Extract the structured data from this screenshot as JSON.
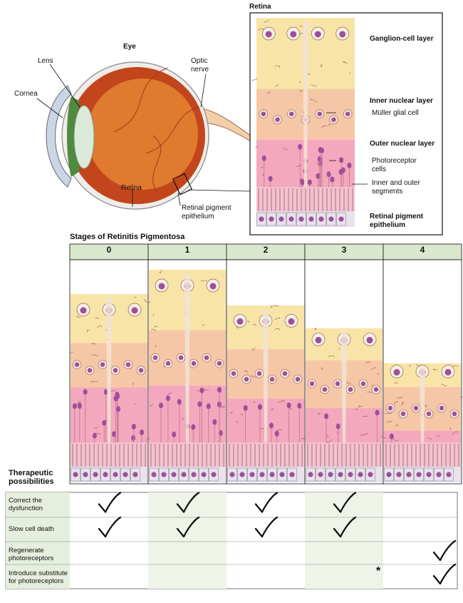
{
  "eye": {
    "title": "Eye",
    "labels": {
      "lens": "Lens",
      "cornea": "Cornea",
      "optic_nerve": "Optic nerve",
      "retina": "Retina",
      "rpe": "Retinal pigment epithelium"
    }
  },
  "retina_panel": {
    "title": "Retina",
    "layers": [
      "Ganglion-cell layer",
      "Inner nuclear layer",
      "Outer nuclear layer",
      "Retinal pigment epithelium"
    ],
    "annotations": [
      "Müller glial cell",
      "Photoreceptor cells",
      "Inner and outer segments"
    ],
    "colors": {
      "ganglion": "#f9e4a8",
      "inner_nuclear": "#f6c7a7",
      "outer_nuclear": "#f4a8bd",
      "rpe": "#e9e1ec",
      "nucleus": "#9d4f9b"
    }
  },
  "stages": {
    "title": "Stages of Retinitis Pigmentosa",
    "labels": [
      "0",
      "1",
      "2",
      "3",
      "4"
    ],
    "header_color": "#d9e8cd"
  },
  "therapeutics": {
    "title": "Therapeutic possibilities",
    "rows": [
      {
        "label": "Correct the dysfunction",
        "checks": [
          true,
          true,
          true,
          true,
          false
        ]
      },
      {
        "label": "Slow cell death",
        "checks": [
          true,
          true,
          true,
          true,
          false
        ]
      },
      {
        "label": "Regenerate photoreceptors",
        "checks": [
          false,
          false,
          false,
          false,
          true
        ]
      },
      {
        "label": "Introduce substitute for photoreceptors",
        "checks": [
          false,
          false,
          false,
          false,
          true
        ]
      }
    ],
    "footnote_mark": "*"
  }
}
